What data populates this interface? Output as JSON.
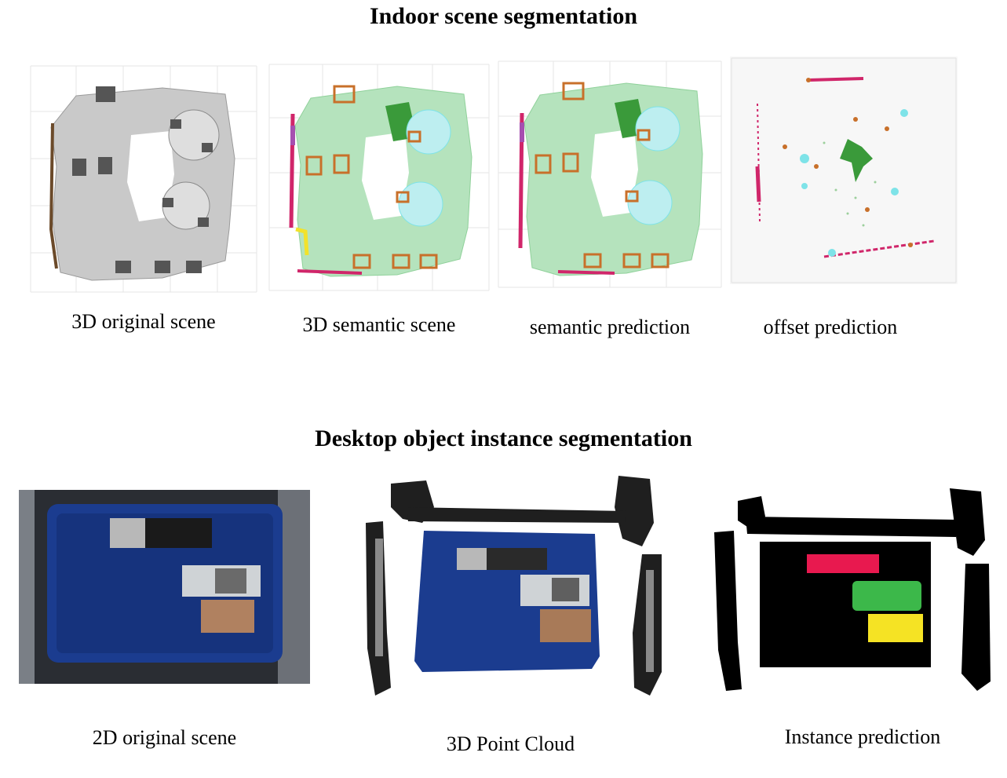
{
  "figure": {
    "top_section": {
      "title": "Indoor scene segmentation",
      "panels": [
        {
          "caption": "3D original scene"
        },
        {
          "caption": "3D semantic scene"
        },
        {
          "caption": "semantic prediction"
        },
        {
          "caption": "offset prediction"
        }
      ]
    },
    "bottom_section": {
      "title": "Desktop object instance segmentation",
      "panels": [
        {
          "caption": "2D original scene"
        },
        {
          "caption": "3D Point Cloud"
        },
        {
          "caption": "Instance prediction"
        }
      ]
    },
    "colors": {
      "scene_gray": "#8a8a8a",
      "semantic_green": "#8fd19a",
      "dark_green": "#3a9a3a",
      "cyan": "#7ee3e8",
      "orange": "#c8702a",
      "magenta": "#d0266a",
      "yellow": "#f2e22a",
      "bin_blue": "#1b3c8f",
      "instance_red": "#e8194f",
      "instance_green": "#3cb84a",
      "instance_yellow": "#f5e324"
    }
  }
}
